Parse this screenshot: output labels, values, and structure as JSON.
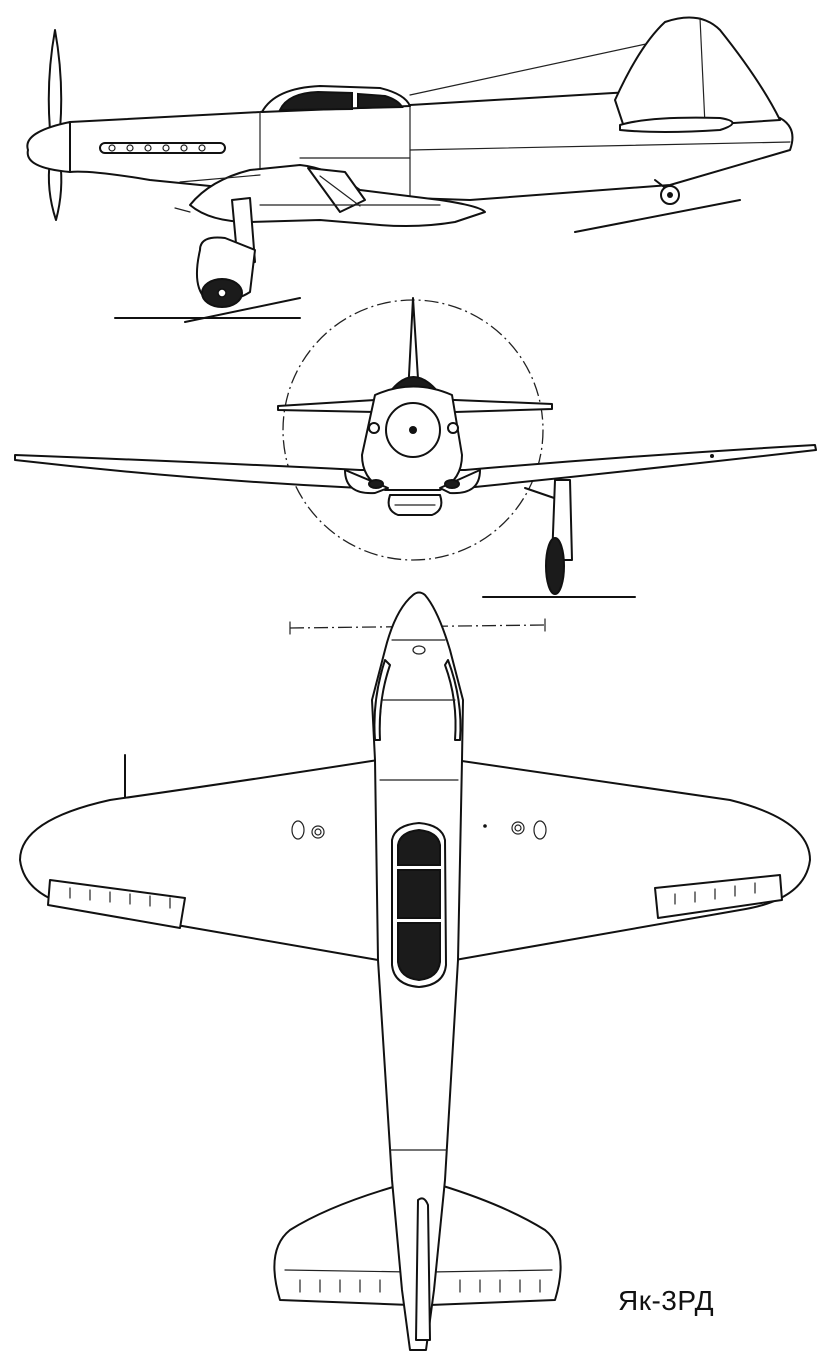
{
  "title": "Як-3РД",
  "views": [
    "side",
    "front",
    "top"
  ],
  "colors": {
    "line": "#111111",
    "background": "#ffffff",
    "glazing": "#1b1b1b"
  }
}
